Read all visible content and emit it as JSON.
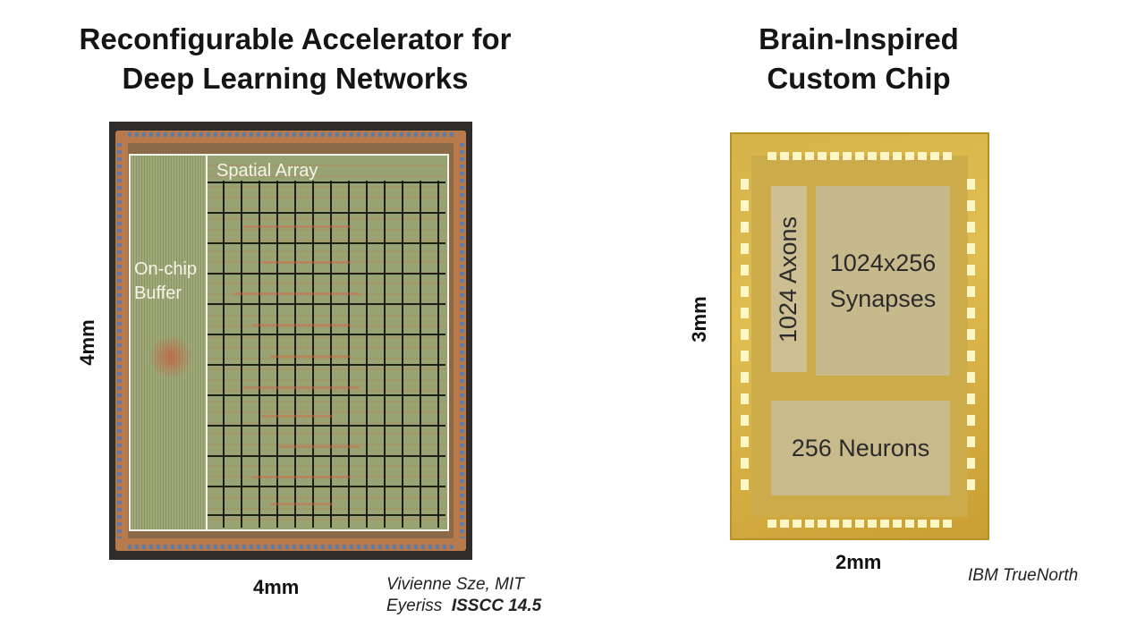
{
  "left": {
    "title_line1": "Reconfigurable Accelerator for",
    "title_line2": "Deep Learning Networks",
    "chip": {
      "buffer_label_line1": "On-chip",
      "buffer_label_line2": "Buffer",
      "array_label": "Spatial Array"
    },
    "width_label": "4mm",
    "height_label": "4mm",
    "credit_line1": "Vivienne Sze, MIT",
    "credit_line2_prefix": "Eyeriss",
    "credit_line2_bold": "ISSCC 14.5"
  },
  "right": {
    "title_line1": "Brain-Inspired",
    "title_line2": "Custom Chip",
    "chip": {
      "axons_label": "1024 Axons",
      "synapses_line1": "1024x256",
      "synapses_line2": "Synapses",
      "neurons_label": "256 Neurons"
    },
    "width_label": "2mm",
    "height_label": "3mm",
    "credit": "IBM TrueNorth"
  },
  "colors": {
    "eyeriss_die_ring": "#b87a4a",
    "eyeriss_core": "#98a272",
    "truenorth_die": "#d6b348",
    "truenorth_blocks": "#c7b98a"
  }
}
